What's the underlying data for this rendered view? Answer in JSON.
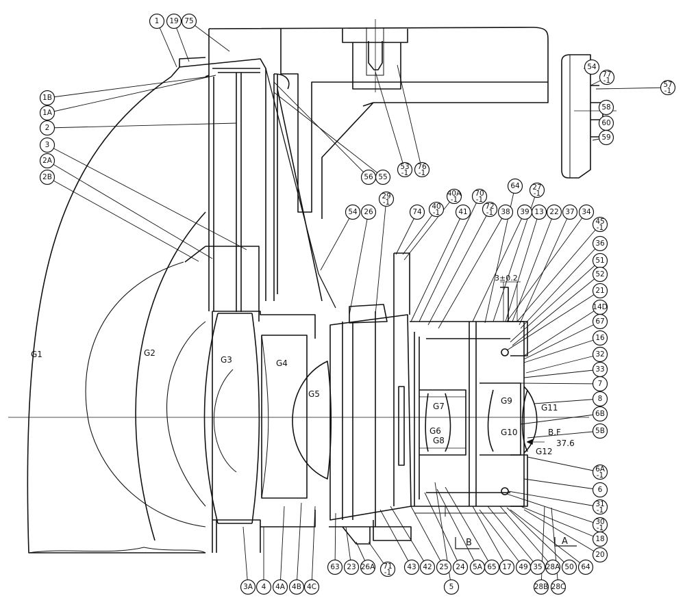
{
  "callouts": [
    {
      "top": "1",
      "bottom": ""
    },
    {
      "top": "19",
      "bottom": ""
    },
    {
      "top": "75",
      "bottom": ""
    },
    {
      "top": "1B",
      "bottom": ""
    },
    {
      "top": "1A",
      "bottom": ""
    },
    {
      "top": "2",
      "bottom": ""
    },
    {
      "top": "3",
      "bottom": ""
    },
    {
      "top": "2A",
      "bottom": ""
    },
    {
      "top": "2B",
      "bottom": ""
    },
    {
      "top": "56",
      "bottom": ""
    },
    {
      "top": "55",
      "bottom": ""
    },
    {
      "top": "53",
      "bottom": "-1"
    },
    {
      "top": "76",
      "bottom": "-1"
    },
    {
      "top": "54",
      "bottom": ""
    },
    {
      "top": "77",
      "bottom": "-1"
    },
    {
      "top": "57",
      "bottom": "-1"
    },
    {
      "top": "58",
      "bottom": ""
    },
    {
      "top": "60",
      "bottom": ""
    },
    {
      "top": "59",
      "bottom": ""
    },
    {
      "top": "54",
      "bottom": ""
    },
    {
      "top": "26",
      "bottom": ""
    },
    {
      "top": "29",
      "bottom": "-1"
    },
    {
      "top": "74",
      "bottom": ""
    },
    {
      "top": "40",
      "bottom": "-1"
    },
    {
      "top": "40A",
      "bottom": "-1"
    },
    {
      "top": "41",
      "bottom": ""
    },
    {
      "top": "70",
      "bottom": "-1"
    },
    {
      "top": "72",
      "bottom": "-1"
    },
    {
      "top": "38",
      "bottom": ""
    },
    {
      "top": "39",
      "bottom": ""
    },
    {
      "top": "64",
      "bottom": ""
    },
    {
      "top": "27",
      "bottom": "-1"
    },
    {
      "top": "13",
      "bottom": ""
    },
    {
      "top": "22",
      "bottom": ""
    },
    {
      "top": "37",
      "bottom": ""
    },
    {
      "top": "34",
      "bottom": ""
    },
    {
      "top": "45",
      "bottom": "-1"
    },
    {
      "top": "36",
      "bottom": ""
    },
    {
      "top": "51",
      "bottom": ""
    },
    {
      "top": "52",
      "bottom": ""
    },
    {
      "top": "21",
      "bottom": ""
    },
    {
      "top": "14D",
      "bottom": ""
    },
    {
      "top": "67",
      "bottom": ""
    },
    {
      "top": "16",
      "bottom": ""
    },
    {
      "top": "32",
      "bottom": ""
    },
    {
      "top": "33",
      "bottom": ""
    },
    {
      "top": "7",
      "bottom": ""
    },
    {
      "top": "8",
      "bottom": ""
    },
    {
      "top": "6B",
      "bottom": ""
    },
    {
      "top": "5B",
      "bottom": ""
    },
    {
      "top": "6A",
      "bottom": "-1"
    },
    {
      "top": "6",
      "bottom": ""
    },
    {
      "top": "31",
      "bottom": "-1"
    },
    {
      "top": "30",
      "bottom": "-1"
    },
    {
      "top": "18",
      "bottom": ""
    },
    {
      "top": "20",
      "bottom": ""
    },
    {
      "top": "3A",
      "bottom": ""
    },
    {
      "top": "4",
      "bottom": ""
    },
    {
      "top": "4A",
      "bottom": ""
    },
    {
      "top": "4B",
      "bottom": ""
    },
    {
      "top": "4C",
      "bottom": ""
    },
    {
      "top": "63",
      "bottom": ""
    },
    {
      "top": "23",
      "bottom": ""
    },
    {
      "top": "26A",
      "bottom": ""
    },
    {
      "top": "71",
      "bottom": "-1"
    },
    {
      "top": "43",
      "bottom": ""
    },
    {
      "top": "42",
      "bottom": ""
    },
    {
      "top": "25",
      "bottom": ""
    },
    {
      "top": "24",
      "bottom": ""
    },
    {
      "top": "5A",
      "bottom": ""
    },
    {
      "top": "65",
      "bottom": ""
    },
    {
      "top": "17",
      "bottom": ""
    },
    {
      "top": "49",
      "bottom": ""
    },
    {
      "top": "35",
      "bottom": ""
    },
    {
      "top": "28A",
      "bottom": ""
    },
    {
      "top": "50",
      "bottom": ""
    },
    {
      "top": "64",
      "bottom": ""
    },
    {
      "top": "5",
      "bottom": ""
    },
    {
      "top": "28B",
      "bottom": ""
    },
    {
      "top": "28C",
      "bottom": ""
    }
  ],
  "element_labels": [
    "G1",
    "G2",
    "G3",
    "G4",
    "G5",
    "G6",
    "G7",
    "G8",
    "G9",
    "G10",
    "G11",
    "G12"
  ],
  "annotations": {
    "tolerance": "3±0.2",
    "back_focus_label": "B.F",
    "back_focus_value": "37.6",
    "view_b": "B",
    "view_a": "A"
  }
}
